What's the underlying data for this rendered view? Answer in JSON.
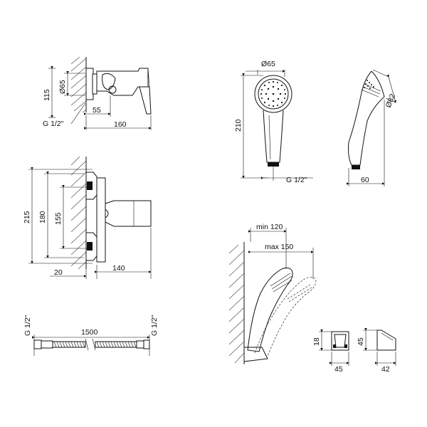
{
  "top_mixer": {
    "dia": "Ø65",
    "height": "115",
    "depth": "55",
    "length": "160",
    "thread": "G 1/2\""
  },
  "front_mixer": {
    "total_height": "215",
    "h180": "180",
    "h155": "155",
    "offset": "20",
    "length": "140"
  },
  "hose": {
    "length": "1500",
    "thread_left": "G 1/2\"",
    "thread_right": "G 1/2\""
  },
  "handset": {
    "dia_front": "Ø65",
    "height": "210",
    "thread": "G 1/2\"",
    "dia_side": "Ø82",
    "width": "60"
  },
  "holder": {
    "min": "min 120",
    "max": "max 150"
  },
  "bracket": {
    "height": "18",
    "width": "45",
    "side_height": "45",
    "side_width": "42"
  }
}
